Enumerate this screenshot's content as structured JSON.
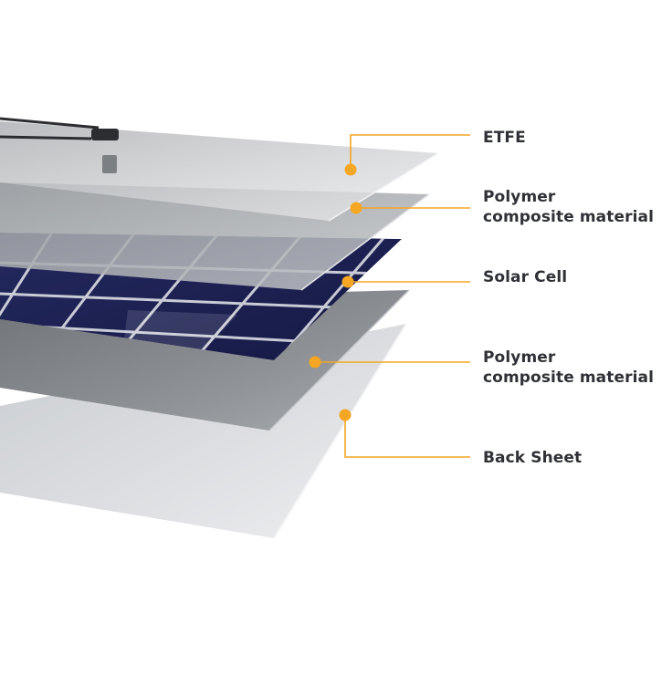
{
  "diagram": {
    "colors": {
      "background": "#ffffff",
      "accent": "#f5a623",
      "label_text": "#2f3136",
      "cell": "#1d2258",
      "cell_grid": "#c9ccd6"
    },
    "layers": [
      {
        "id": "etfe",
        "lines": [
          "ETFE"
        ]
      },
      {
        "id": "polymer-top",
        "lines": [
          "Polymer",
          "composite material"
        ]
      },
      {
        "id": "solar-cell",
        "lines": [
          "Solar Cell"
        ]
      },
      {
        "id": "polymer-bottom",
        "lines": [
          "Polymer",
          "composite material"
        ]
      },
      {
        "id": "back-sheet",
        "lines": [
          "Back Sheet"
        ]
      }
    ]
  }
}
